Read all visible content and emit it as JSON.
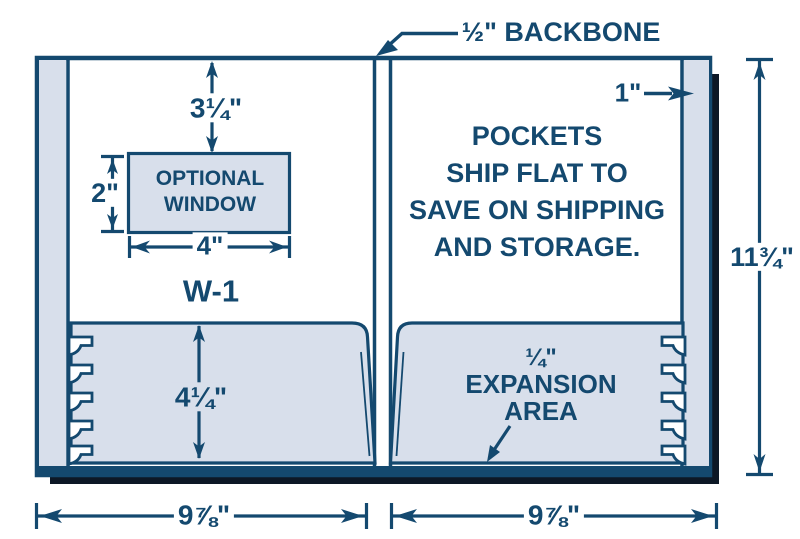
{
  "colors": {
    "navy": "#14496f",
    "panel_fill": "#d8dfeb",
    "paper": "#ffffff",
    "shadow": "#0d1826"
  },
  "backbone": {
    "label": "½\" BACKBONE"
  },
  "dimensions": {
    "window_offset_top": "3¼\"",
    "window_height": "2\"",
    "window_width": "4\"",
    "pocket_height": "4¼\"",
    "right_tab_width": "1\"",
    "folder_height": "11¾\"",
    "left_panel_width": "9⅞\"",
    "right_panel_width": "9⅞\"",
    "expansion_depth": "¼\""
  },
  "window": {
    "line1": "OPTIONAL",
    "line2": "WINDOW"
  },
  "style_code": "W-1",
  "note": {
    "lines": [
      "POCKETS",
      "SHIP FLAT TO",
      "SAVE ON SHIPPING",
      "AND STORAGE."
    ]
  },
  "expansion": {
    "line1": "EXPANSION",
    "line2": "AREA"
  }
}
